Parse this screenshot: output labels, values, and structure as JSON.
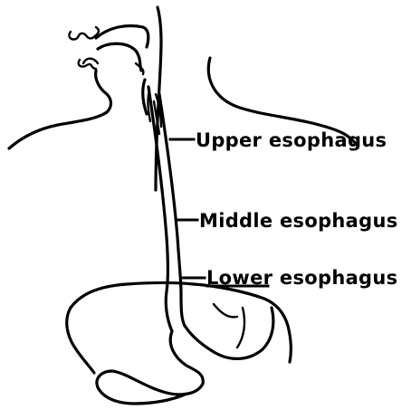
{
  "labels": {
    "upper": "Upper esophagus",
    "middle": "Middle esophagus",
    "lower": "Lower esophagus"
  }
}
